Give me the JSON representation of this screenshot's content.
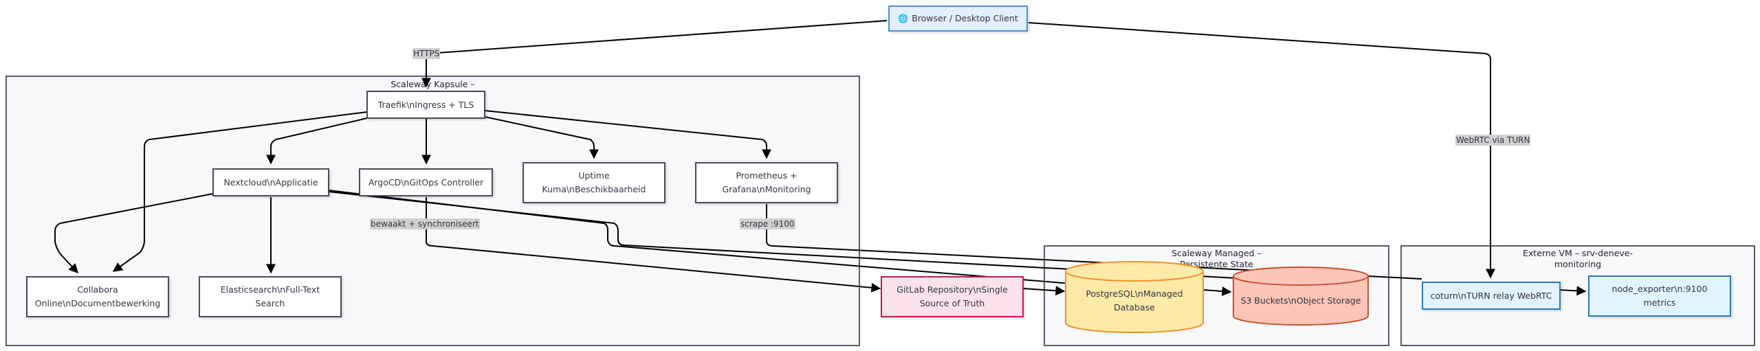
{
  "clusters": {
    "kapsule": {
      "title": "Scaleway Kapsule –"
    },
    "managed": {
      "title": "Scaleway Managed –\nPersistente State"
    },
    "external": {
      "title": "Externe VM – srv-deneve-\nmonitoring"
    }
  },
  "nodes": {
    "client": {
      "icon": "globe-icon",
      "icon_glyph": "🌐",
      "label": "Browser / Desktop Client"
    },
    "traefik": {
      "label": "Traefik\\nIngress + TLS"
    },
    "nextcloud": {
      "label": "Nextcloud\\nApplicatie"
    },
    "argocd": {
      "label": "ArgoCD\\nGitOps Controller"
    },
    "uptime": {
      "label": "Uptime Kuma\\nBeschikbaarheid"
    },
    "prometheus": {
      "label": "Prometheus + Grafana\\nMonitoring"
    },
    "collabora": {
      "label": "Collabora Online\\nDocumentbewerking"
    },
    "elastic": {
      "label": "Elasticsearch\\nFull-Text Search"
    },
    "gitlab": {
      "label": "GitLab Repository\\nSingle Source of Truth"
    },
    "postgres": {
      "label_line1": "PostgreSQL\\nManaged",
      "label_line2": "Database"
    },
    "s3": {
      "label": "S3 Buckets\\nObject Storage"
    },
    "coturn": {
      "label": "coturn\\nTURN relay WebRTC"
    },
    "node_exporter": {
      "label": "node_exporter\\n:9100 metrics"
    }
  },
  "edge_labels": {
    "https": "HTTPS",
    "webrtc": "WebRTC via TURN",
    "argocd_sync": "bewaakt + synchroniseert",
    "scrape": "scrape :9100"
  },
  "colors": {
    "client_fill": "#e3f0fc",
    "client_stroke": "#4a90d9",
    "gitlab_fill": "#fbe1eb",
    "gitlab_stroke": "#c2185b",
    "postgres_fill": "#fde9a8",
    "postgres_stroke": "#f0922b",
    "s3_fill": "#fcc5b8",
    "s3_stroke": "#c8502e",
    "ext_fill": "#e1f3fc",
    "ext_stroke": "#2a7ab8"
  }
}
